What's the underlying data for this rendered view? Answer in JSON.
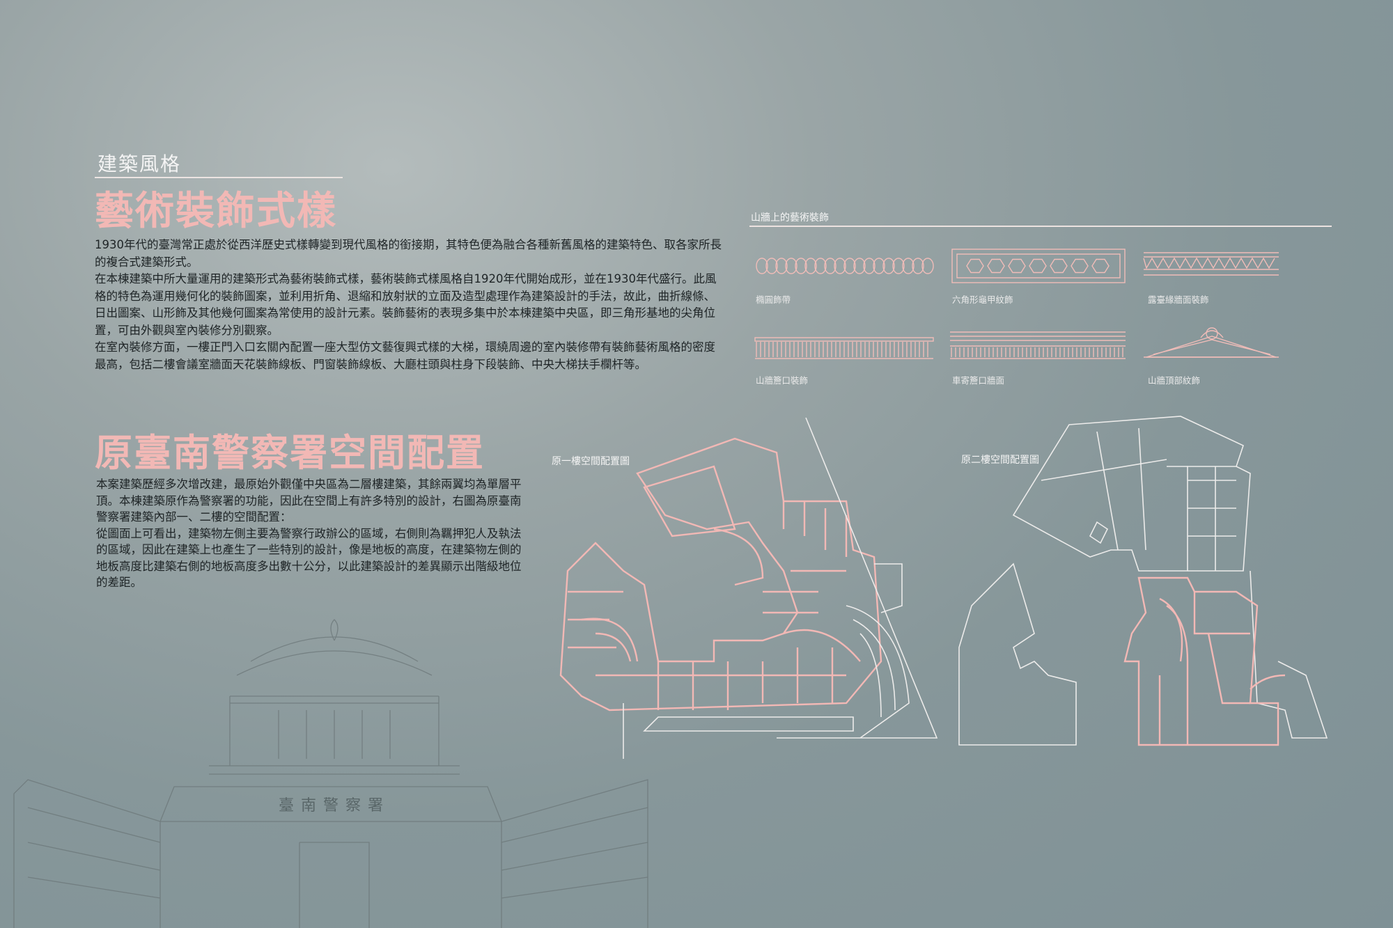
{
  "header": {
    "section_label": "建築風格",
    "title": "藝術裝飾式樣"
  },
  "intro": {
    "paragraphs": [
      "1930年代的臺灣常正處於從西洋歷史式樣轉變到現代風格的銜接期，其特色便為融合各種新舊風格的建築特色、取各家所長的複合式建築形式。",
      "在本棟建築中所大量運用的建築形式為藝術裝飾式樣，藝術裝飾式樣風格自1920年代開始成形，並在1930年代盛行。此風格的特色為運用幾何化的裝飾圖案，並利用折角、退縮和放射狀的立面及造型處理作為建築設計的手法，故此，曲折線條、日出圖案、山形飾及其他幾何圖案為常使用的設計元素。裝飾藝術的表現多集中於本棟建築中央區，即三角形基地的尖角位置，可由外觀與室內裝修分別觀察。",
      "在室內裝修方面，一樓正門入口玄關內配置一座大型仿文藝復興式樣的大梯，環繞周邊的室內裝修帶有裝飾藝術風格的密度最高，包括二樓會議室牆面天花裝飾線板、門窗裝飾線板、大廳柱頭與柱身下段裝飾、中央大梯扶手欄杆等。"
    ]
  },
  "layout_section": {
    "title": "原臺南警察署空間配置",
    "paragraphs": [
      "本案建築歷經多次增改建，最原始外觀僅中央區為二層樓建築，其餘兩翼均為單層平頂。本棟建築原作為警察署的功能，因此在空間上有許多特別的設計，右圖為原臺南警察署建築內部一、二樓的空間配置：",
      "從圖面上可看出，建築物左側主要為警察行政辦公的區域，右側則為羈押犯人及執法的區域，因此在建築上也產生了一些特別的設計，像是地板的高度，在建築物左側的地板高度比建築右側的地板高度多出數十公分，以此建築設計的差異顯示出階級地位的差距。"
    ]
  },
  "ornaments": {
    "heading": "山牆上的藝術裝飾",
    "items": [
      {
        "caption": "橢圓飾帶",
        "icon": "oval-band-icon"
      },
      {
        "caption": "六角形龜甲紋飾",
        "icon": "hexagon-pattern-icon"
      },
      {
        "caption": "露臺緣牆面裝飾",
        "icon": "zigzag-frieze-icon"
      },
      {
        "caption": "山牆簷口裝飾",
        "icon": "dentil-band-icon"
      },
      {
        "caption": "車寄簷口牆面",
        "icon": "stacked-moulding-icon"
      },
      {
        "caption": "山牆頂部紋飾",
        "icon": "pediment-crest-icon"
      }
    ]
  },
  "floor_plans": {
    "first_floor": {
      "label": "原一樓空間配置圖"
    },
    "second_floor": {
      "label": "原二樓空間配置圖"
    }
  },
  "building_sketch": {
    "sign_text": "臺南警察署"
  },
  "colors": {
    "background": "#8f9e9f",
    "accent_pink": "#f2b8b5",
    "body_text": "#1e2426",
    "line_white": "#ecebea"
  }
}
